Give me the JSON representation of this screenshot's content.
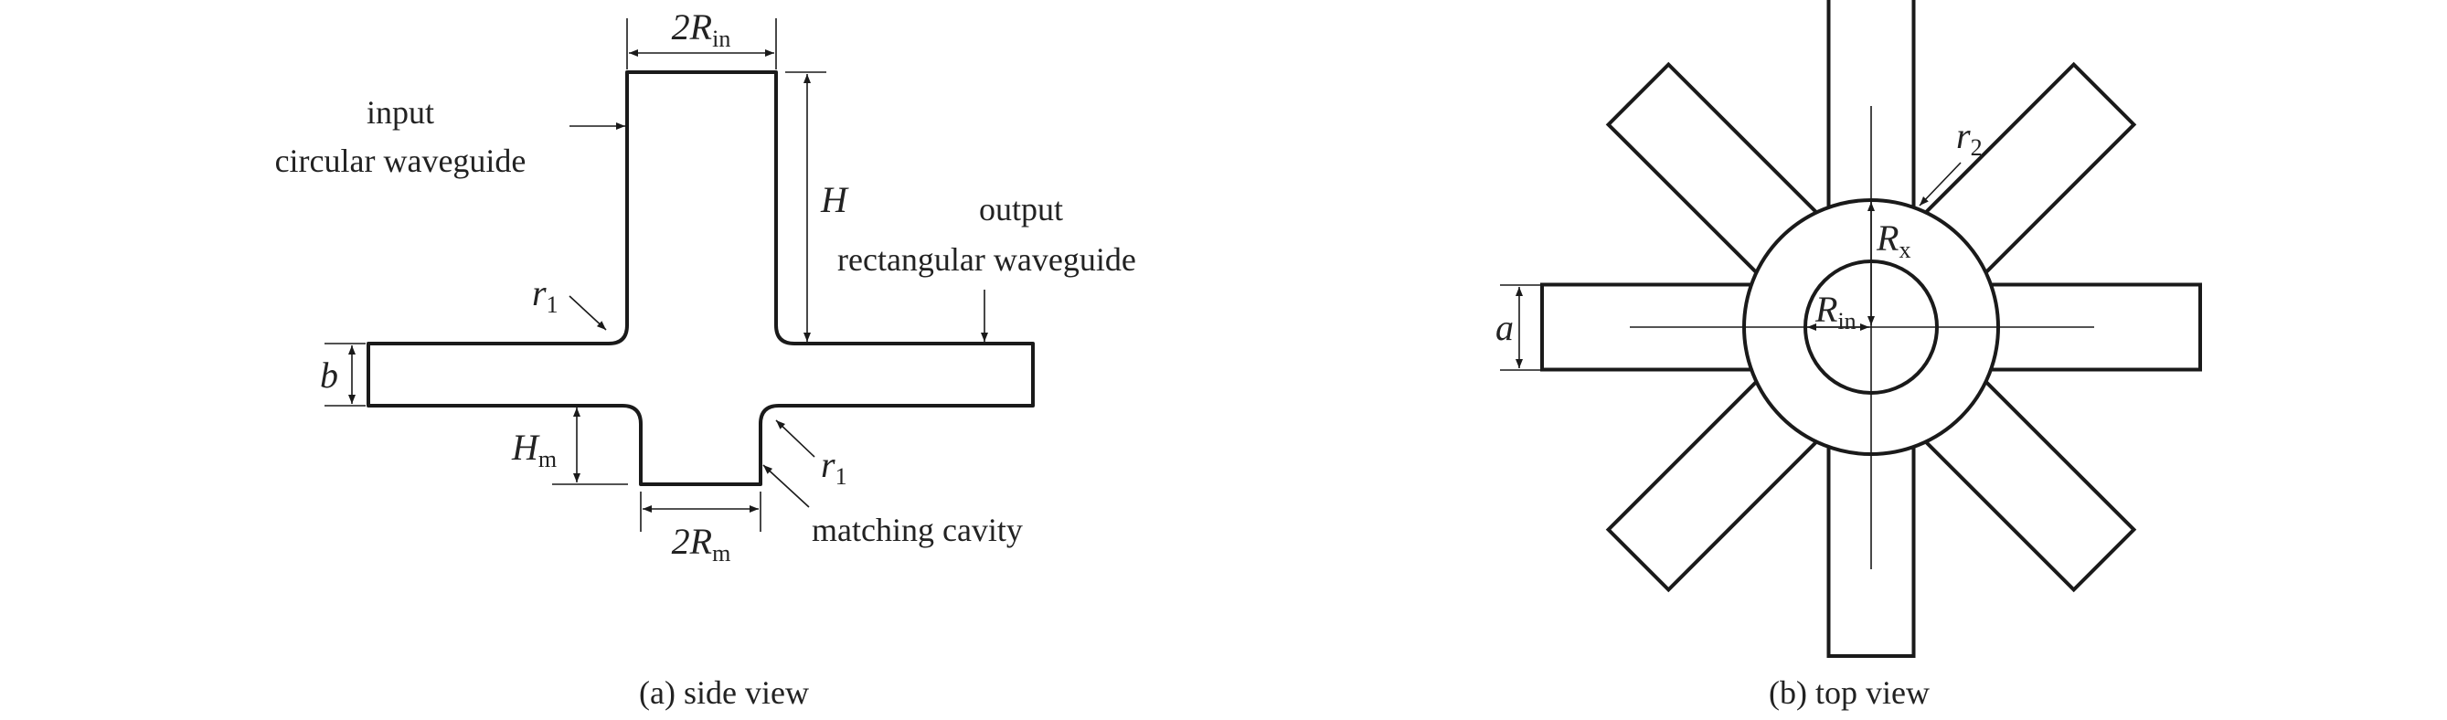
{
  "side_view": {
    "caption": "(a) side view",
    "input_label_1": "input",
    "input_label_2": "circular waveguide",
    "output_label_1": "output",
    "output_label_2": "rectangular waveguide",
    "cavity_label": "matching cavity",
    "dim_2rin": {
      "main": "2R",
      "sub": "in"
    },
    "dim_h": "H",
    "dim_b": "b",
    "dim_hm": {
      "main": "H",
      "sub": "m"
    },
    "dim_2rm": {
      "main": "2R",
      "sub": "m"
    },
    "r1_top": {
      "main": "r",
      "sub": "1"
    },
    "r1_bottom": {
      "main": "r",
      "sub": "1"
    }
  },
  "top_view": {
    "caption": "(b) top view",
    "arm_count": 8,
    "dim_a": "a",
    "dim_rx": {
      "main": "R",
      "sub": "x"
    },
    "dim_rin": {
      "main": "R",
      "sub": "in"
    },
    "r2": {
      "main": "r",
      "sub": "2"
    }
  }
}
